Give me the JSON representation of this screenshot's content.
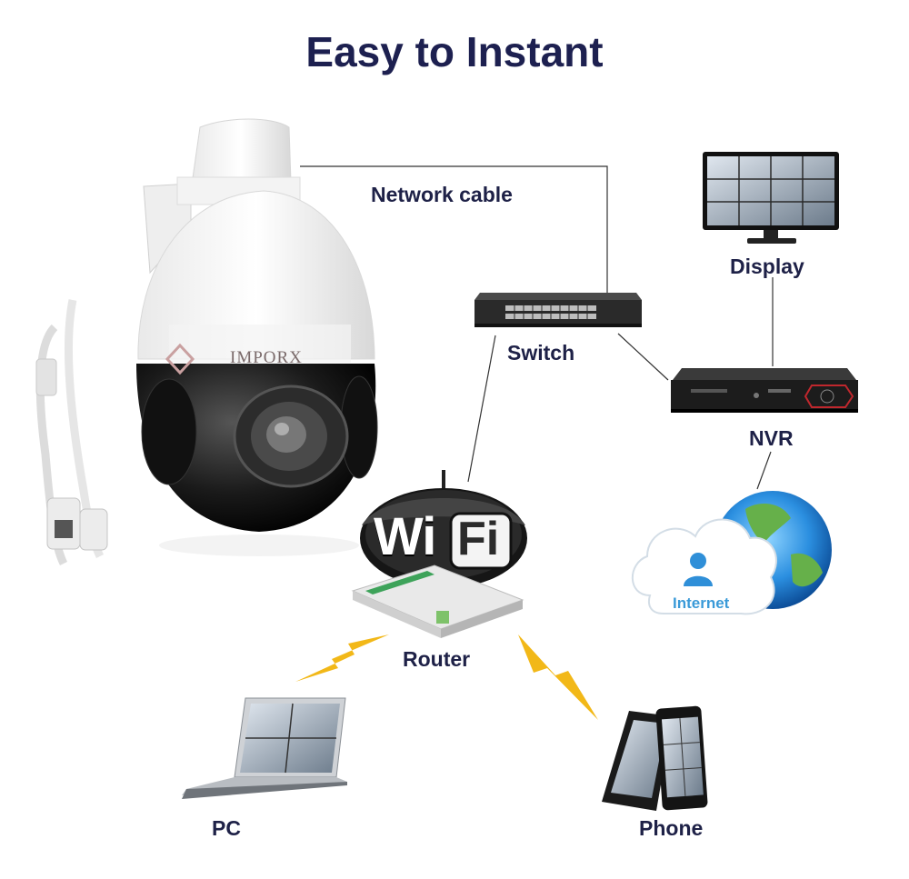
{
  "title": "Easy to Instant",
  "brand": "IMPORX",
  "labels": {
    "network_cable": "Network cable",
    "display": "Display",
    "switch": "Switch",
    "nvr": "NVR",
    "router": "Router",
    "pc": "PC",
    "phone": "Phone",
    "internet": "Internet"
  },
  "wifi_logo": {
    "wi": "Wi",
    "fi": "Fi"
  },
  "icons": [
    "ptz-dome-camera-icon",
    "monitor-icon",
    "network-switch-icon",
    "nvr-recorder-icon",
    "wifi-router-icon",
    "cloud-globe-icon",
    "laptop-icon",
    "smartphone-icon",
    "lightning-bolt-icon"
  ],
  "colors": {
    "title": "#1d2050",
    "label": "#1e2147",
    "internet": "#3a9ad8",
    "bolt": "#f2b818"
  }
}
